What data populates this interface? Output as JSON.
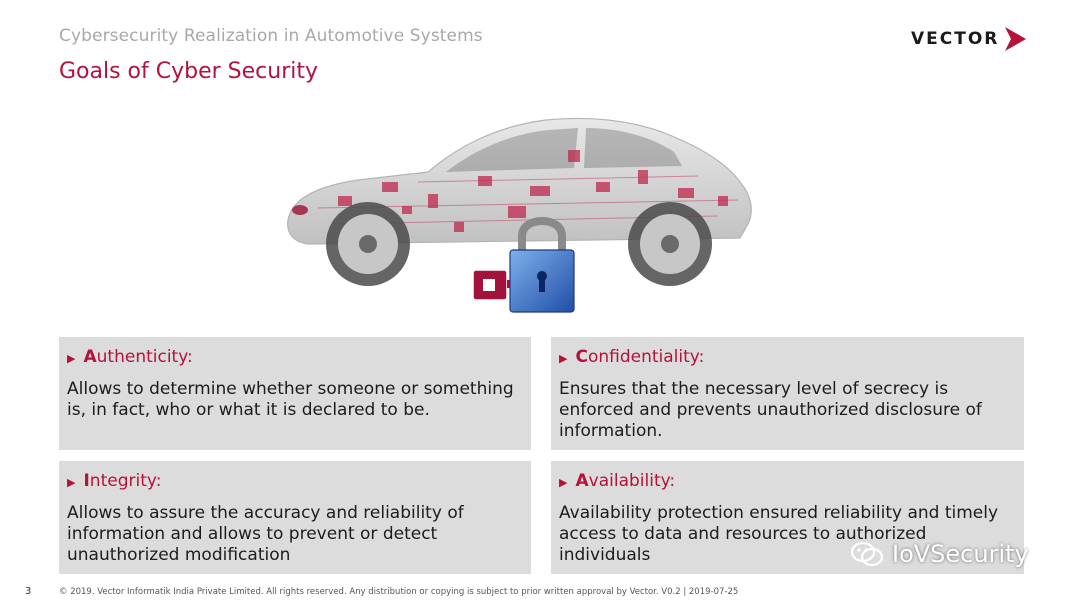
{
  "header": {
    "subtitle": "Cybersecurity Realization in Automotive Systems",
    "title": "Goals of Cyber Security",
    "logo_text": "VECTOR"
  },
  "cards": [
    {
      "initial": "A",
      "rest": "uthenticity:",
      "body": "Allows to determine whether someone or something is, in fact, who or what it is declared to be."
    },
    {
      "initial": "C",
      "rest": "onfidentiality:",
      "body": "Ensures that the necessary level of secrecy is enforced and prevents unauthorized disclosure of information."
    },
    {
      "initial": "I",
      "rest": "ntegrity:",
      "body": "Allows to assure the accuracy and reliability of information and allows to prevent or detect unauthorized modification"
    },
    {
      "initial": "A",
      "rest": "vailability:",
      "body": "Availability protection ensured reliability and timely access to data and resources to authorized individuals"
    }
  ],
  "footer": {
    "page_number": "3",
    "text": "© 2019. Vector Informatik India Private Limited. All rights reserved. Any distribution or copying is subject to prior written approval by Vector. V0.2 | 2019-07-25"
  },
  "watermark": {
    "text": "IoVSecurity"
  },
  "colors": {
    "accent": "#b5123b",
    "card_bg": "#dcdcdc"
  }
}
